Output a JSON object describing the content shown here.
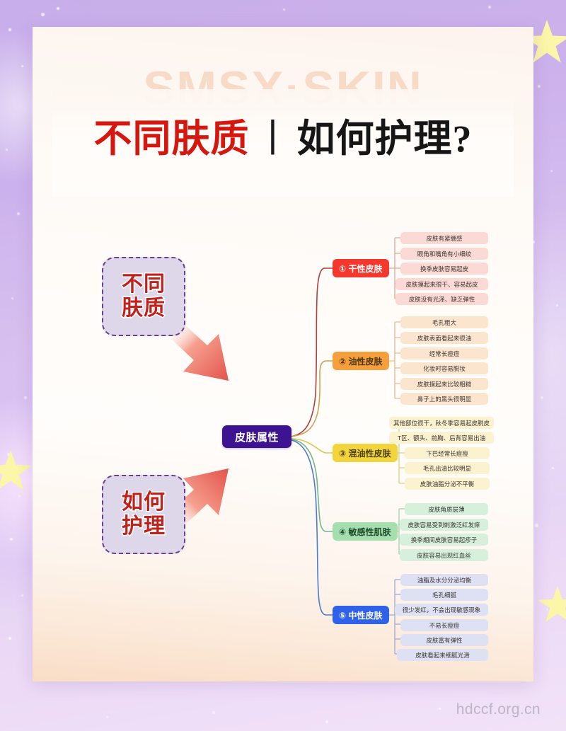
{
  "background": {
    "brand_watermark": "SMSX·SKIN",
    "site_watermark": "hdccf.org.cn"
  },
  "title": {
    "red_part": "不同肤质",
    "separator": "丨",
    "black_part": "如何护理?"
  },
  "question_boxes": [
    {
      "name": "different-skin-types",
      "line1": "不同",
      "line2": "肤质"
    },
    {
      "name": "how-to-care",
      "line1": "如何",
      "line2": "护理"
    }
  ],
  "mindmap": {
    "center": {
      "label": "皮肤属性",
      "color": "#3d1392"
    },
    "branches": [
      {
        "label": "① 干性皮肤",
        "color": "#f4382d",
        "text_color": "#ffffff",
        "leaf_bg": "#fbd9d4",
        "items": [
          "皮肤有紧绷感",
          "眼角和嘴角有小细纹",
          "换季皮肤容易起皮",
          "皮肤摸起来很干、容易起皮",
          "皮肤没有光泽、缺乏弹性"
        ]
      },
      {
        "label": "② 油性皮肤",
        "color": "#f5a03c",
        "text_color": "#4a3208",
        "leaf_bg": "#fbe5cf",
        "items": [
          "毛孔粗大",
          "皮肤表面看起来很油",
          "经常长痘痘",
          "化妆时容易脱妆",
          "皮肤摸起来比较粗糙",
          "鼻子上的黑头很明显"
        ]
      },
      {
        "label": "③ 混油性皮肤",
        "color": "#f2d53c",
        "text_color": "#4a3f08",
        "leaf_bg": "#fbf2cf",
        "items": [
          "其他部位很干，秋冬季容易起皮脱皮",
          "T区、额头、前胸、后背容易出油",
          "下巴经常长痘痘",
          "毛孔出油比较明显",
          "皮肤油脂分泌不平衡"
        ]
      },
      {
        "label": "④ 敏感性肌肤",
        "color": "#a5dfb0",
        "text_color": "#1f4a2a",
        "leaf_bg": "#d6f0dc",
        "items": [
          "皮肤角质层薄",
          "皮肤容易受到刺激泛红发痒",
          "换季期间皮肤容易起疹子",
          "皮肤容易出现红血丝"
        ]
      },
      {
        "label": "⑤ 中性皮肤",
        "color": "#2f62e8",
        "text_color": "#ffffff",
        "leaf_bg": "#dde1f3",
        "items": [
          "油脂及水分分泌均衡",
          "毛孔细腻",
          "很少发红，不会出现敏感现象",
          "不易长痘痘",
          "皮肤富有弹性",
          "皮肤看起来细腻光滑"
        ]
      }
    ]
  }
}
